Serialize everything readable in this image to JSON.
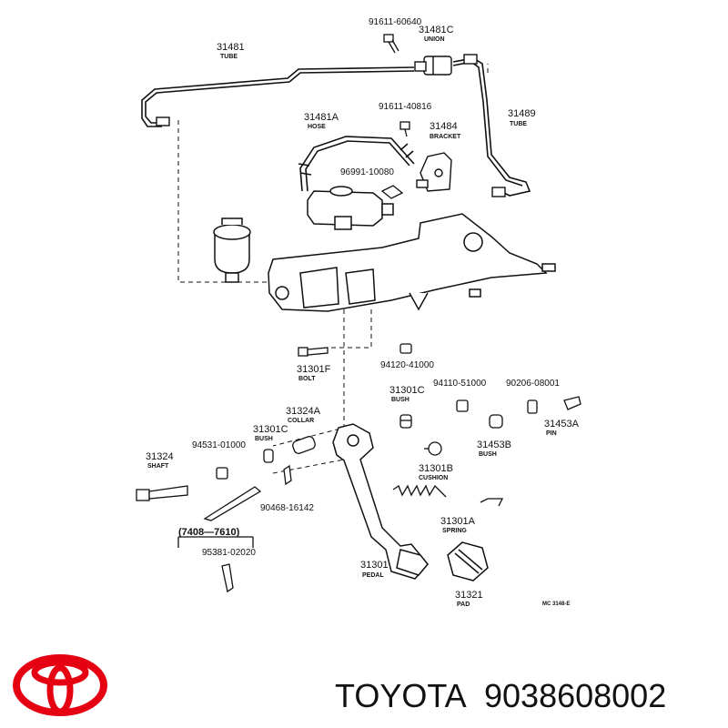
{
  "callouts": [
    {
      "key": "91611-60640",
      "num": "91611-60640",
      "desc": ""
    },
    {
      "key": "31481C",
      "num": "31481C",
      "desc": "UNION"
    },
    {
      "key": "31481",
      "num": "31481",
      "desc": "TUBE"
    },
    {
      "key": "31489",
      "num": "31489",
      "desc": "TUBE"
    },
    {
      "key": "91611-40816",
      "num": "91611-40816",
      "desc": ""
    },
    {
      "key": "31481A",
      "num": "31481A",
      "desc": "HOSE"
    },
    {
      "key": "31484",
      "num": "31484",
      "desc": "BRACKET"
    },
    {
      "key": "96991-10080",
      "num": "96991-10080",
      "desc": ""
    },
    {
      "key": "31301F",
      "num": "31301F",
      "desc": "BOLT"
    },
    {
      "key": "94120-41000",
      "num": "94120-41000",
      "desc": ""
    },
    {
      "key": "31301C-top",
      "num": "31301C",
      "desc": "BUSH"
    },
    {
      "key": "94110-51000",
      "num": "94110-51000",
      "desc": ""
    },
    {
      "key": "90206-08001",
      "num": "90206-08001",
      "desc": ""
    },
    {
      "key": "31324A",
      "num": "31324A",
      "desc": "COLLAR"
    },
    {
      "key": "31301C-left",
      "num": "31301C",
      "desc": "BUSH"
    },
    {
      "key": "31453A",
      "num": "31453A",
      "desc": "PIN"
    },
    {
      "key": "31324",
      "num": "31324",
      "desc": "SHAFT"
    },
    {
      "key": "94531-01000",
      "num": "94531-01000",
      "desc": ""
    },
    {
      "key": "31453B",
      "num": "31453B",
      "desc": "BUSH"
    },
    {
      "key": "31301B",
      "num": "31301B",
      "desc": "CUSHION"
    },
    {
      "key": "90468-16142",
      "num": "90468-16142",
      "desc": ""
    },
    {
      "key": "31301A",
      "num": "31301A",
      "desc": "SPRING"
    },
    {
      "key": "7408-7610",
      "num": "(7408—7610)",
      "desc": ""
    },
    {
      "key": "95381-02020",
      "num": "95381-02020",
      "desc": ""
    },
    {
      "key": "31301",
      "num": "31301",
      "desc": "PEDAL"
    },
    {
      "key": "31321",
      "num": "31321",
      "desc": "PAD"
    }
  ],
  "corner_code": "MC 3148-E",
  "footer": {
    "brand": "TOYOTA",
    "part_number": "9038608002"
  },
  "colors": {
    "logo_red": "#e50012",
    "ink": "#111111"
  },
  "logo_icon": "toyota-logo-icon"
}
